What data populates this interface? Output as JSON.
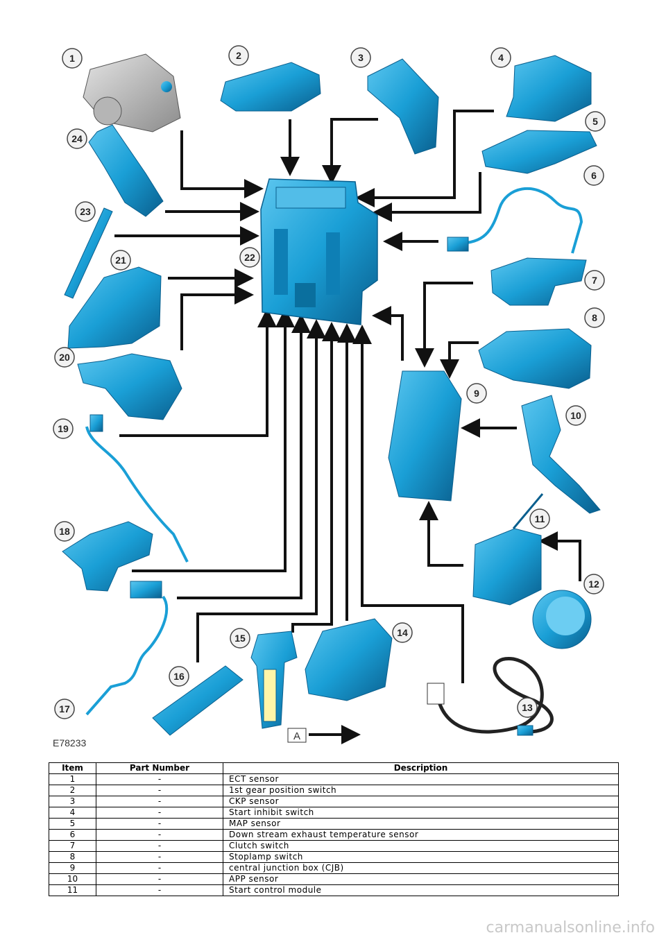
{
  "diagram": {
    "figure_id": "E78233",
    "view_label": "A",
    "callouts": [
      "1",
      "2",
      "3",
      "4",
      "5",
      "6",
      "7",
      "8",
      "9",
      "10",
      "11",
      "12",
      "13",
      "14",
      "15",
      "16",
      "17",
      "18",
      "19",
      "20",
      "21",
      "22",
      "23",
      "24"
    ]
  },
  "table": {
    "headers": {
      "item": "Item",
      "part": "Part Number",
      "desc": "Description"
    },
    "rows": [
      {
        "item": "1",
        "part": "-",
        "desc": "ECT sensor"
      },
      {
        "item": "2",
        "part": "-",
        "desc": "1st gear position switch"
      },
      {
        "item": "3",
        "part": "-",
        "desc": "CKP sensor"
      },
      {
        "item": "4",
        "part": "-",
        "desc": "Start inhibit switch"
      },
      {
        "item": "5",
        "part": "-",
        "desc": "MAP sensor"
      },
      {
        "item": "6",
        "part": "-",
        "desc": "Down stream exhaust temperature sensor"
      },
      {
        "item": "7",
        "part": "-",
        "desc": "Clutch switch"
      },
      {
        "item": "8",
        "part": "-",
        "desc": "Stoplamp switch"
      },
      {
        "item": "9",
        "part": "-",
        "desc": "central junction box (CJB)"
      },
      {
        "item": "10",
        "part": "-",
        "desc": "APP sensor"
      },
      {
        "item": "11",
        "part": "-",
        "desc": "Start control module"
      }
    ]
  },
  "watermark": "carmanualsonline.info",
  "colors": {
    "component": "#1a9fd6",
    "component_dark": "#0c6fa0",
    "arrow": "#111111",
    "callout_fill": "#f2f2f2"
  }
}
